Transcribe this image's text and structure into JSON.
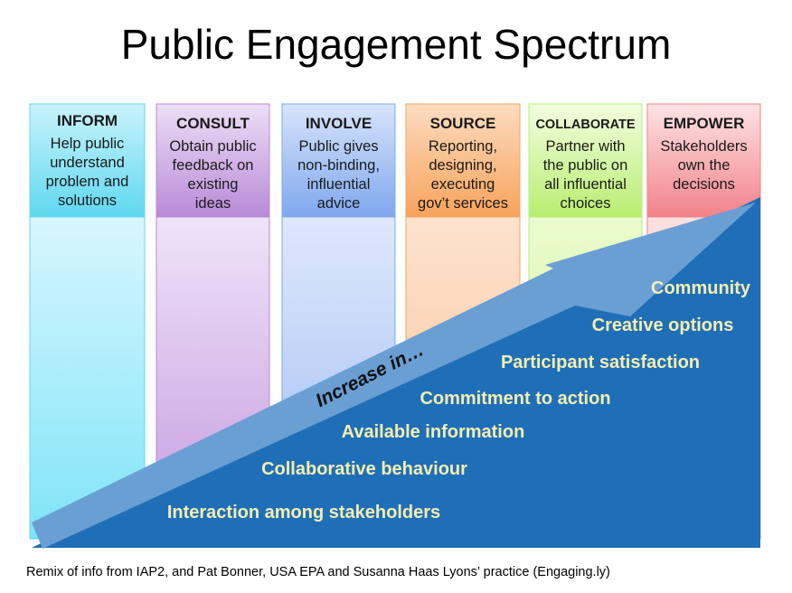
{
  "title": "Public Engagement Spectrum",
  "columns": [
    {
      "heading": "INFORM",
      "lines": [
        "Help public",
        "understand",
        "problem and",
        "solutions"
      ],
      "color": "#5fd8f0"
    },
    {
      "heading": "CONSULT",
      "lines": [
        "Obtain public",
        "feedback on",
        "existing",
        "ideas"
      ],
      "color": "#b98ad8"
    },
    {
      "heading": "INVOLVE",
      "lines": [
        "Public gives",
        "non-binding,",
        "influential",
        "advice"
      ],
      "color": "#7fa8ee"
    },
    {
      "heading": "SOURCE",
      "lines": [
        "Reporting,",
        "designing,",
        "executing",
        "gov’t services"
      ],
      "color": "#f7a35c"
    },
    {
      "heading": "COLLABORATE",
      "lines": [
        "Partner with",
        "the public on",
        "all influential",
        "choices"
      ],
      "color": "#b8ee70"
    },
    {
      "heading": "EMPOWER",
      "lines": [
        "Stakeholders",
        "own the",
        "decisions"
      ],
      "color": "#f2828a"
    }
  ],
  "arrow_label": "Increase in…",
  "increases": [
    "Community",
    "Creative options",
    "Participant satisfaction",
    "Commitment to action",
    "Available information",
    "Collaborative behaviour",
    "Interaction among stakeholders"
  ],
  "colors": {
    "triangle": "#1f6fb8",
    "arrow": "#6a9fd4",
    "increase_text": "#f4eeb0"
  },
  "caption": "Remix of info from IAP2, and Pat Bonner, USA EPA and Susanna Haas Lyons’ practice (Engaging.ly)"
}
